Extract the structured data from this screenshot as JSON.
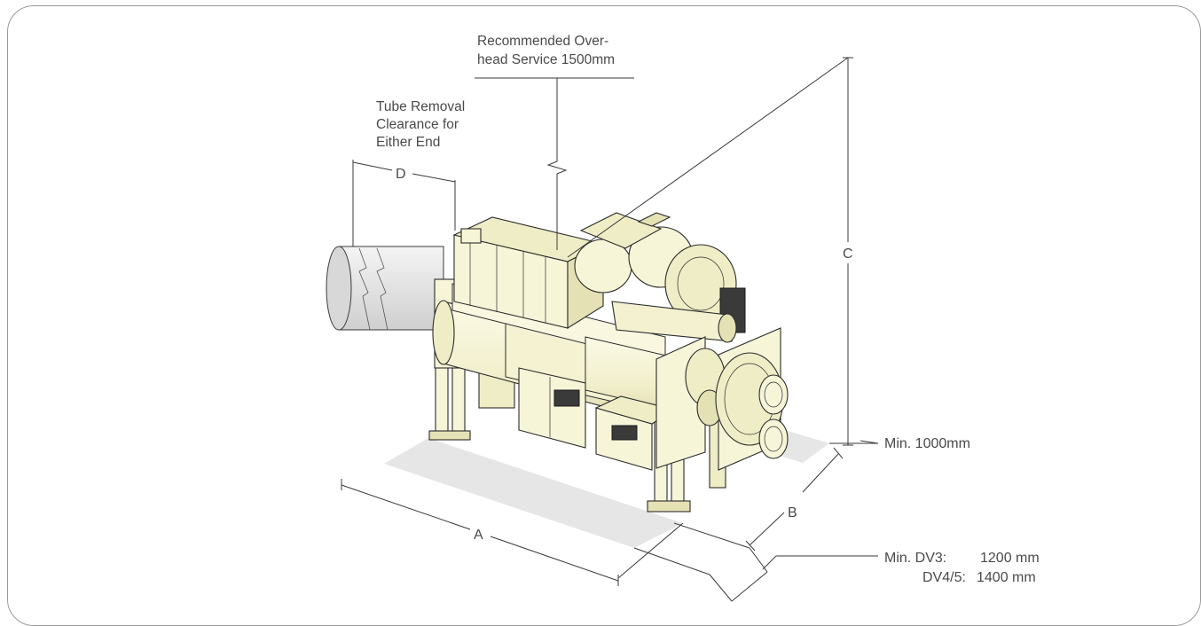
{
  "labels": {
    "overhead_line1": "Recommended Over-",
    "overhead_line2": "head Service 1500mm",
    "tube_line1": "Tube Removal",
    "tube_line2": "Clearance for",
    "tube_line3": "Either End",
    "dim_a": "A",
    "dim_b": "B",
    "dim_c": "C",
    "dim_d": "D",
    "min_front": "Min. 1000mm",
    "min_side_line1_key": "Min. DV3:",
    "min_side_line1_val": "1200 mm",
    "min_side_line2_key": "DV4/5:",
    "min_side_line2_val": "1400 mm"
  },
  "colors": {
    "machine_body": "#f7f5d8",
    "clearance_zone": "#e6e6e6",
    "outline": "#2b2b2b"
  }
}
